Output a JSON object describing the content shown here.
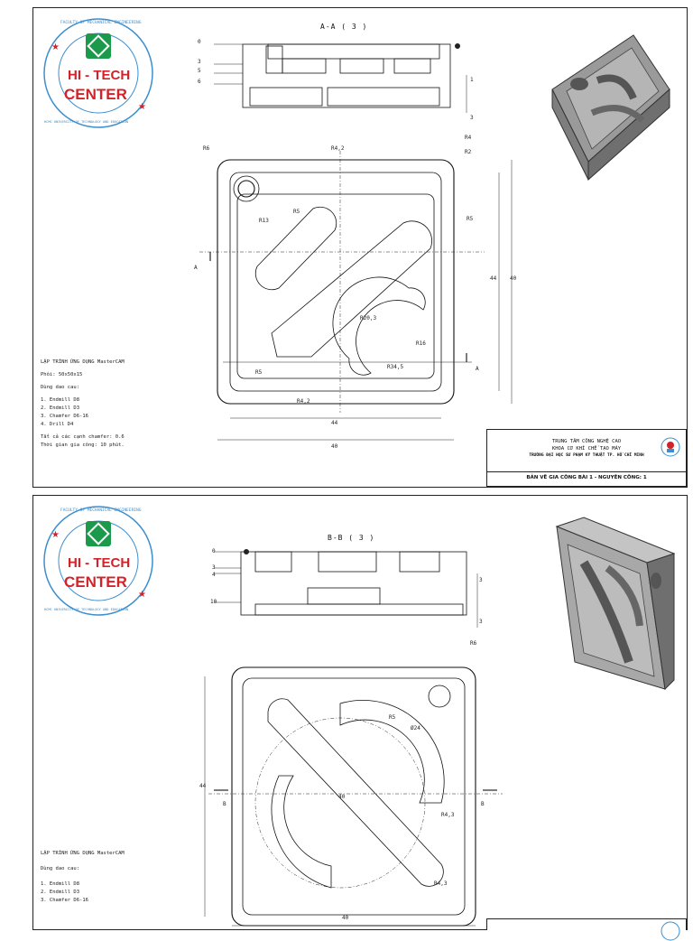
{
  "sheet1": {
    "section_title": "A-A ( 3 )",
    "logo": {
      "arc_top": "FACULTY OF MECHANICAL ENGINEERING",
      "arc_bottom": "HCMC UNIVERSITY OF TECHNOLOGY AND EDUCATION",
      "line1": "HI - TECH",
      "line2": "CENTER",
      "accent": "#1a9a4a",
      "ring_color": "#3b8fd0",
      "text_color": "#d2232a"
    },
    "section_labels": [
      "0",
      "3",
      "5",
      "6"
    ],
    "section_dims": [
      "1",
      "3"
    ],
    "dims": {
      "r6": "R6",
      "r42_top": "R4,2",
      "r4": "R4",
      "r2": "R2",
      "r13": "R13",
      "r5_top": "R5",
      "r5_right": "R5",
      "r203": "R20,3",
      "r16": "R16",
      "r345": "R34,5",
      "r5_bl": "R5",
      "r42_bot": "R4,2",
      "d44_h": "44",
      "d40_h": "40",
      "d44_v": "44",
      "d40_v": "40",
      "sec_a": "A"
    },
    "notes": {
      "title": "LẬP TRÌNH ỨNG DỤNG MasterCAM",
      "stock": "Phôi: 50x50x15",
      "tools_header": "Dùng dao cau:",
      "tools": [
        "1. Endmill D8",
        "2. Endmill D3",
        "3. Chamfer D6-16",
        "4. Drill D4"
      ],
      "chamfer": "Tất cả các cạnh chamfer: 0.6",
      "time": "Thời gian gia công: 10 phút."
    },
    "title_block": {
      "line1": "TRUNG TÂM CÔNG NGHỆ CAO",
      "line2": "KHOA CƠ KHÍ CHẾ TẠO MÁY",
      "line3": "TRƯỜNG ĐẠI HỌC SƯ PHẠM KỸ THUẬT TP. HỒ CHÍ MINH",
      "drawing": "BẢN VẼ GIA CÔNG BÀI 1 - NGUYÊN CÔNG: 1"
    }
  },
  "sheet2": {
    "section_title": "B-B ( 3 )",
    "logo": {
      "arc_top": "FACULTY OF MECHANICAL ENGINEERING",
      "arc_bottom": "HCMC UNIVERSITY OF TECHNOLOGY AND EDUCATION",
      "line1": "HI - TECH",
      "line2": "CENTER"
    },
    "section_labels": [
      "0",
      "3",
      "4",
      "10"
    ],
    "section_dims": [
      "3",
      "3"
    ],
    "dims": {
      "r6": "R6",
      "r5": "R5",
      "d24": "Ø24",
      "r43_a": "R4,3",
      "r43_b": "R4,3",
      "d40_diag": "40",
      "d44_v": "44",
      "d40_h": "40",
      "sec_b": "B"
    },
    "notes": {
      "title": "LẬP TRÌNH ỨNG DỤNG MasterCAM",
      "tools_header": "Dùng dao cau:",
      "tools": [
        "1. Endmill D8",
        "2. Endmill D3",
        "3. Chamfer D6-16"
      ]
    }
  }
}
